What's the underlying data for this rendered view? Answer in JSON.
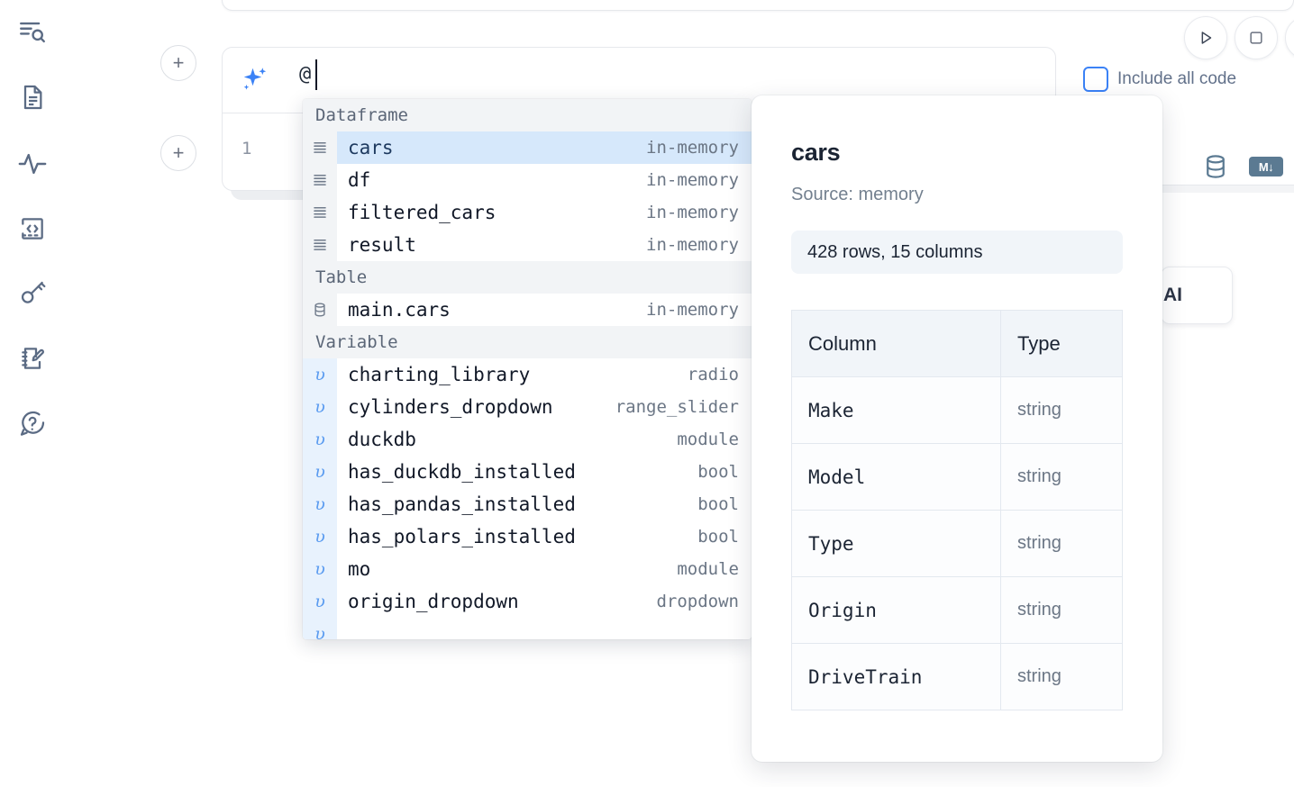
{
  "rail": {
    "items": [
      {
        "name": "file-explorer-icon",
        "label": "Explore files"
      },
      {
        "name": "document-icon",
        "label": "Notebook"
      },
      {
        "name": "activity-icon",
        "label": "Activity"
      },
      {
        "name": "code-icon",
        "label": "Snippets"
      },
      {
        "name": "key-icon",
        "label": "Secrets"
      },
      {
        "name": "scratchpad-icon",
        "label": "Scratchpad"
      },
      {
        "name": "help-icon",
        "label": "Help"
      }
    ]
  },
  "toolbar": {
    "run_label": "Run",
    "stop_label": "Stop",
    "include_all_code_label": "Include all code",
    "include_all_code_checked": false,
    "database_icon": "database-icon",
    "markdown_badge": "M↓",
    "ai_button_label": "AI"
  },
  "cells": {
    "add_button_label": "+",
    "prompt": {
      "icon": "sparkles-icon",
      "value": "@",
      "placeholder": ""
    },
    "code": {
      "line_number": "1"
    }
  },
  "autocomplete": {
    "sections": [
      {
        "title": "Dataframe",
        "gutter_kind": "df",
        "icon": "lines-icon",
        "items": [
          {
            "name": "cars",
            "type": "in-memory",
            "selected": true
          },
          {
            "name": "df",
            "type": "in-memory",
            "selected": false
          },
          {
            "name": "filtered_cars",
            "type": "in-memory",
            "selected": false
          },
          {
            "name": "result",
            "type": "in-memory",
            "selected": false
          }
        ]
      },
      {
        "title": "Table",
        "gutter_kind": "df",
        "icon": "database-icon",
        "items": [
          {
            "name": "main.cars",
            "type": "in-memory",
            "selected": false
          }
        ]
      },
      {
        "title": "Variable",
        "gutter_kind": "var",
        "icon": "variable-icon",
        "items": [
          {
            "name": "charting_library",
            "type": "radio",
            "selected": false
          },
          {
            "name": "cylinders_dropdown",
            "type": "range_slider",
            "selected": false
          },
          {
            "name": "duckdb",
            "type": "module",
            "selected": false
          },
          {
            "name": "has_duckdb_installed",
            "type": "bool",
            "selected": false
          },
          {
            "name": "has_pandas_installed",
            "type": "bool",
            "selected": false
          },
          {
            "name": "has_polars_installed",
            "type": "bool",
            "selected": false
          },
          {
            "name": "mo",
            "type": "module",
            "selected": false
          },
          {
            "name": "origin_dropdown",
            "type": "dropdown",
            "selected": false
          }
        ]
      }
    ]
  },
  "preview": {
    "title": "cars",
    "source": "Source: memory",
    "shape": "428 rows, 15 columns",
    "table": {
      "headers": [
        "Column",
        "Type"
      ],
      "rows": [
        [
          "Make",
          "string"
        ],
        [
          "Model",
          "string"
        ],
        [
          "Type",
          "string"
        ],
        [
          "Origin",
          "string"
        ],
        [
          "DriveTrain",
          "string"
        ]
      ]
    }
  },
  "colors": {
    "accent": "#3b82f6",
    "selected_row": "#d6e8fb",
    "var_gutter": "#e8f2fd",
    "section_bg": "#f2f4f6",
    "icon_gray": "#5b6b84"
  }
}
